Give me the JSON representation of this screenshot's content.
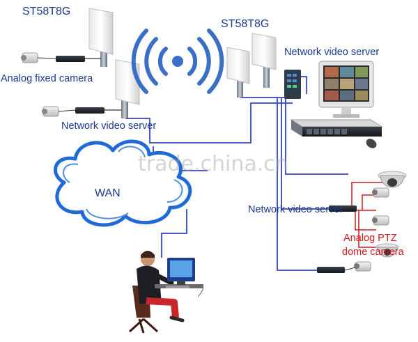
{
  "labels": {
    "st_left": "ST58T8G",
    "st_right": "ST58T8G",
    "analog_fixed": "Analog fixed camera",
    "nvs_left": "Network video server",
    "nvs_top_right": "Network video server",
    "wan": "WAN",
    "nvs_mid_right": "Network video server",
    "ptz_line1": "Analog PTZ",
    "ptz_line2": "dome camera"
  },
  "watermark": "trade.china.cn",
  "colors": {
    "link": "#3344cc",
    "label": "#1a3a8f",
    "cable_red": "#d11a1a",
    "cloud": "#1f6ad8",
    "wireless": "#3a6fc8"
  }
}
